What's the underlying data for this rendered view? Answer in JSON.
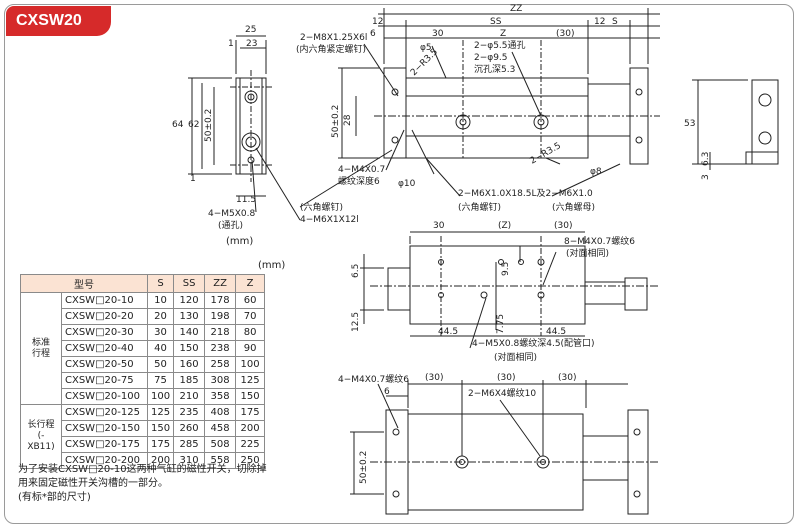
{
  "title": "CXSW20",
  "unit_label_left": "(mm)",
  "unit_label_table": "(mm)",
  "table": {
    "headers": [
      "型号",
      "S",
      "SS",
      "ZZ",
      "Z"
    ],
    "groups": [
      {
        "label": "标准\n行程",
        "rows": [
          [
            "CXSW□20-10",
            "10",
            "120",
            "178",
            "60"
          ],
          [
            "CXSW□20-20",
            "20",
            "130",
            "198",
            "70"
          ],
          [
            "CXSW□20-30",
            "30",
            "140",
            "218",
            "80"
          ],
          [
            "CXSW□20-40",
            "40",
            "150",
            "238",
            "90"
          ],
          [
            "CXSW□20-50",
            "50",
            "160",
            "258",
            "100"
          ],
          [
            "CXSW□20-75",
            "75",
            "185",
            "308",
            "125"
          ],
          [
            "CXSW□20-100",
            "100",
            "210",
            "358",
            "150"
          ]
        ]
      },
      {
        "label": "长行程\n(-XB11)",
        "rows": [
          [
            "CXSW□20-125",
            "125",
            "235",
            "408",
            "175"
          ],
          [
            "CXSW□20-150",
            "150",
            "260",
            "458",
            "200"
          ],
          [
            "CXSW□20-175",
            "175",
            "285",
            "508",
            "225"
          ],
          [
            "CXSW□20-200",
            "200",
            "310",
            "558",
            "250"
          ]
        ]
      }
    ]
  },
  "footnote": [
    "为了安装CXSW□20-10这两种气缸的磁性开关，切除掉",
    "用来固定磁性开关沟槽的一部分。",
    "(有标*部的尺寸)"
  ],
  "dims_side": {
    "d25": "25",
    "d1a": "1",
    "d23": "23",
    "d64": "64",
    "d62": "62",
    "d50": "50±0.2",
    "d1b": "1",
    "d11_5": "11.5"
  },
  "callouts_left": {
    "m5": "4−M5X0.8",
    "m5_note": "(通孔)",
    "m6": "4−M6X1X12l",
    "bolt_note": "(六角螺钉)"
  },
  "dims_top": {
    "zz": "ZZ",
    "d12a": "12",
    "d6": "6",
    "ss": "SS",
    "d12b": "12",
    "s": "S",
    "d30": "30",
    "z": "Z",
    "d30p": "(30)",
    "phi5": "φ5",
    "r3_5a": "2−R3.5",
    "phi5_5": "2−φ5.5通孔",
    "phi9_5": "2−φ9.5",
    "cb": "沉孔深5.3",
    "d28": "28",
    "d50b": "50±0.2",
    "m8": "2−M8X1.25X6l",
    "m8_note": "(内六角紧定螺钉)",
    "m4": "4−M4X0.7",
    "m4_note": "螺纹深度6",
    "phi10": "φ10",
    "phi8": "φ8",
    "r3_5b": "2−R3.5",
    "m6c": "2−M6X1.0X18.5L及2−M6X1.0",
    "m6c_a": "(六角螺钉)",
    "m6c_b": "(六角螺母)"
  },
  "dims_right": {
    "d53": "53",
    "d6_3": "6.3",
    "d3": "3"
  },
  "dims_mid": {
    "d30": "30",
    "z": "(Z)",
    "d30p": "(30)",
    "m8t": "8−M4X0.7螺纹6",
    "m8t_note": "(对面相同)",
    "d6_5": "6.5",
    "d9_5": "9.5",
    "d12_5": "12.5",
    "d44_5a": "44.5",
    "d7_75": "7.75",
    "d44_5b": "44.5",
    "m5p": "4−M5X0.8螺纹深4.5(配管口)",
    "m5p_note": "(对面相同)"
  },
  "dims_bot": {
    "m4b": "4−M4X0.7螺纹6",
    "d30a": "(30)",
    "d30b": "(30)",
    "d30c": "(30)",
    "d6": "6",
    "m6b": "2−M6X4螺纹10",
    "d50": "50±0.2"
  }
}
